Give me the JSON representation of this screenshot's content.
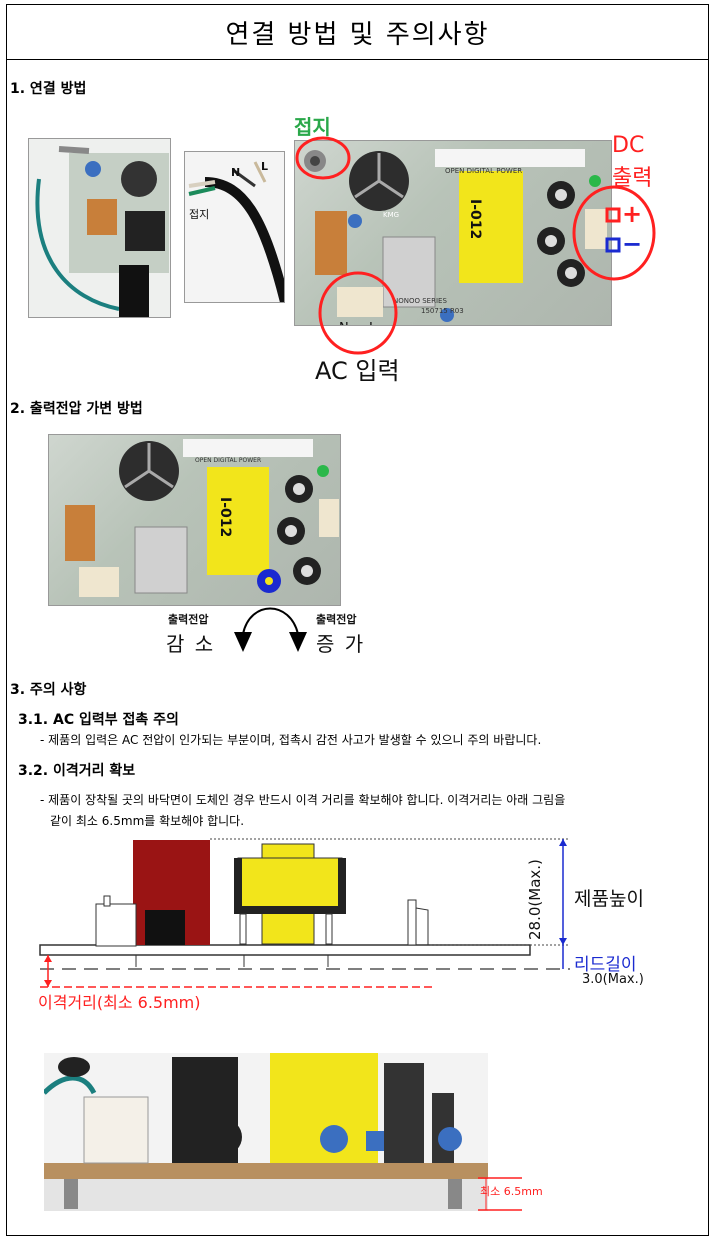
{
  "title": "연결 방법 및 주의사항",
  "section1": {
    "heading": "1. 연결 방법",
    "ground_label": "접지",
    "ground_wire_label": "접지",
    "wire_n": "N",
    "wire_l": "L",
    "dc_label_line1": "DC",
    "dc_label_line2": "출력",
    "plus": "+",
    "minus": "−",
    "ac_label": "AC 입력",
    "pcb_text_top": "OPEN DIGITAL POWER",
    "pcb_text_model": "I-012",
    "pcb_text_series": "NONOO SERIES",
    "pcb_text_date": "150715 R03",
    "pcb_cap": "KMG",
    "n_mark": "N",
    "l_mark": "L"
  },
  "section2": {
    "heading": "2. 출력전압 가변 방법",
    "decrease_small": "출력전압",
    "decrease_big": "감 소",
    "increase_small": "출력전압",
    "increase_big": "증 가",
    "pcb_text_top": "OPEN DIGITAL POWER",
    "pcb_text_model": "I-012"
  },
  "section3": {
    "heading": "3. 주의 사항",
    "sub1_heading": "3.1. AC 입력부 접촉 주의",
    "sub1_text": "- 제품의 입력은 AC 전압이 인가되는 부분이며, 접촉시 감전 사고가 발생할 수 있으니 주의 바랍니다.",
    "sub2_heading": "3.2. 이격거리 확보",
    "sub2_text_line1": "- 제품이 장착될 곳의 바닥면이 도체인 경우 반드시 이격 거리를 확보해야 합니다. 이격거리는 아래 그림을",
    "sub2_text_line2": "같이 최소 6.5mm를 확보해야 합니다.",
    "diagram": {
      "height_dim": "28.0(Max.)",
      "height_label": "제품높이",
      "lead_label": "리드길이",
      "lead_dim": "3.0(Max.)",
      "clearance_label": "이격거리(최소 6.5mm)"
    },
    "photo_label": "최소 6.5mm"
  },
  "colors": {
    "red": "#ff2020",
    "green": "#2aa84a",
    "yellow": "#f2e51b",
    "dark_red": "#9a1414",
    "blue": "#1a2ad0"
  }
}
